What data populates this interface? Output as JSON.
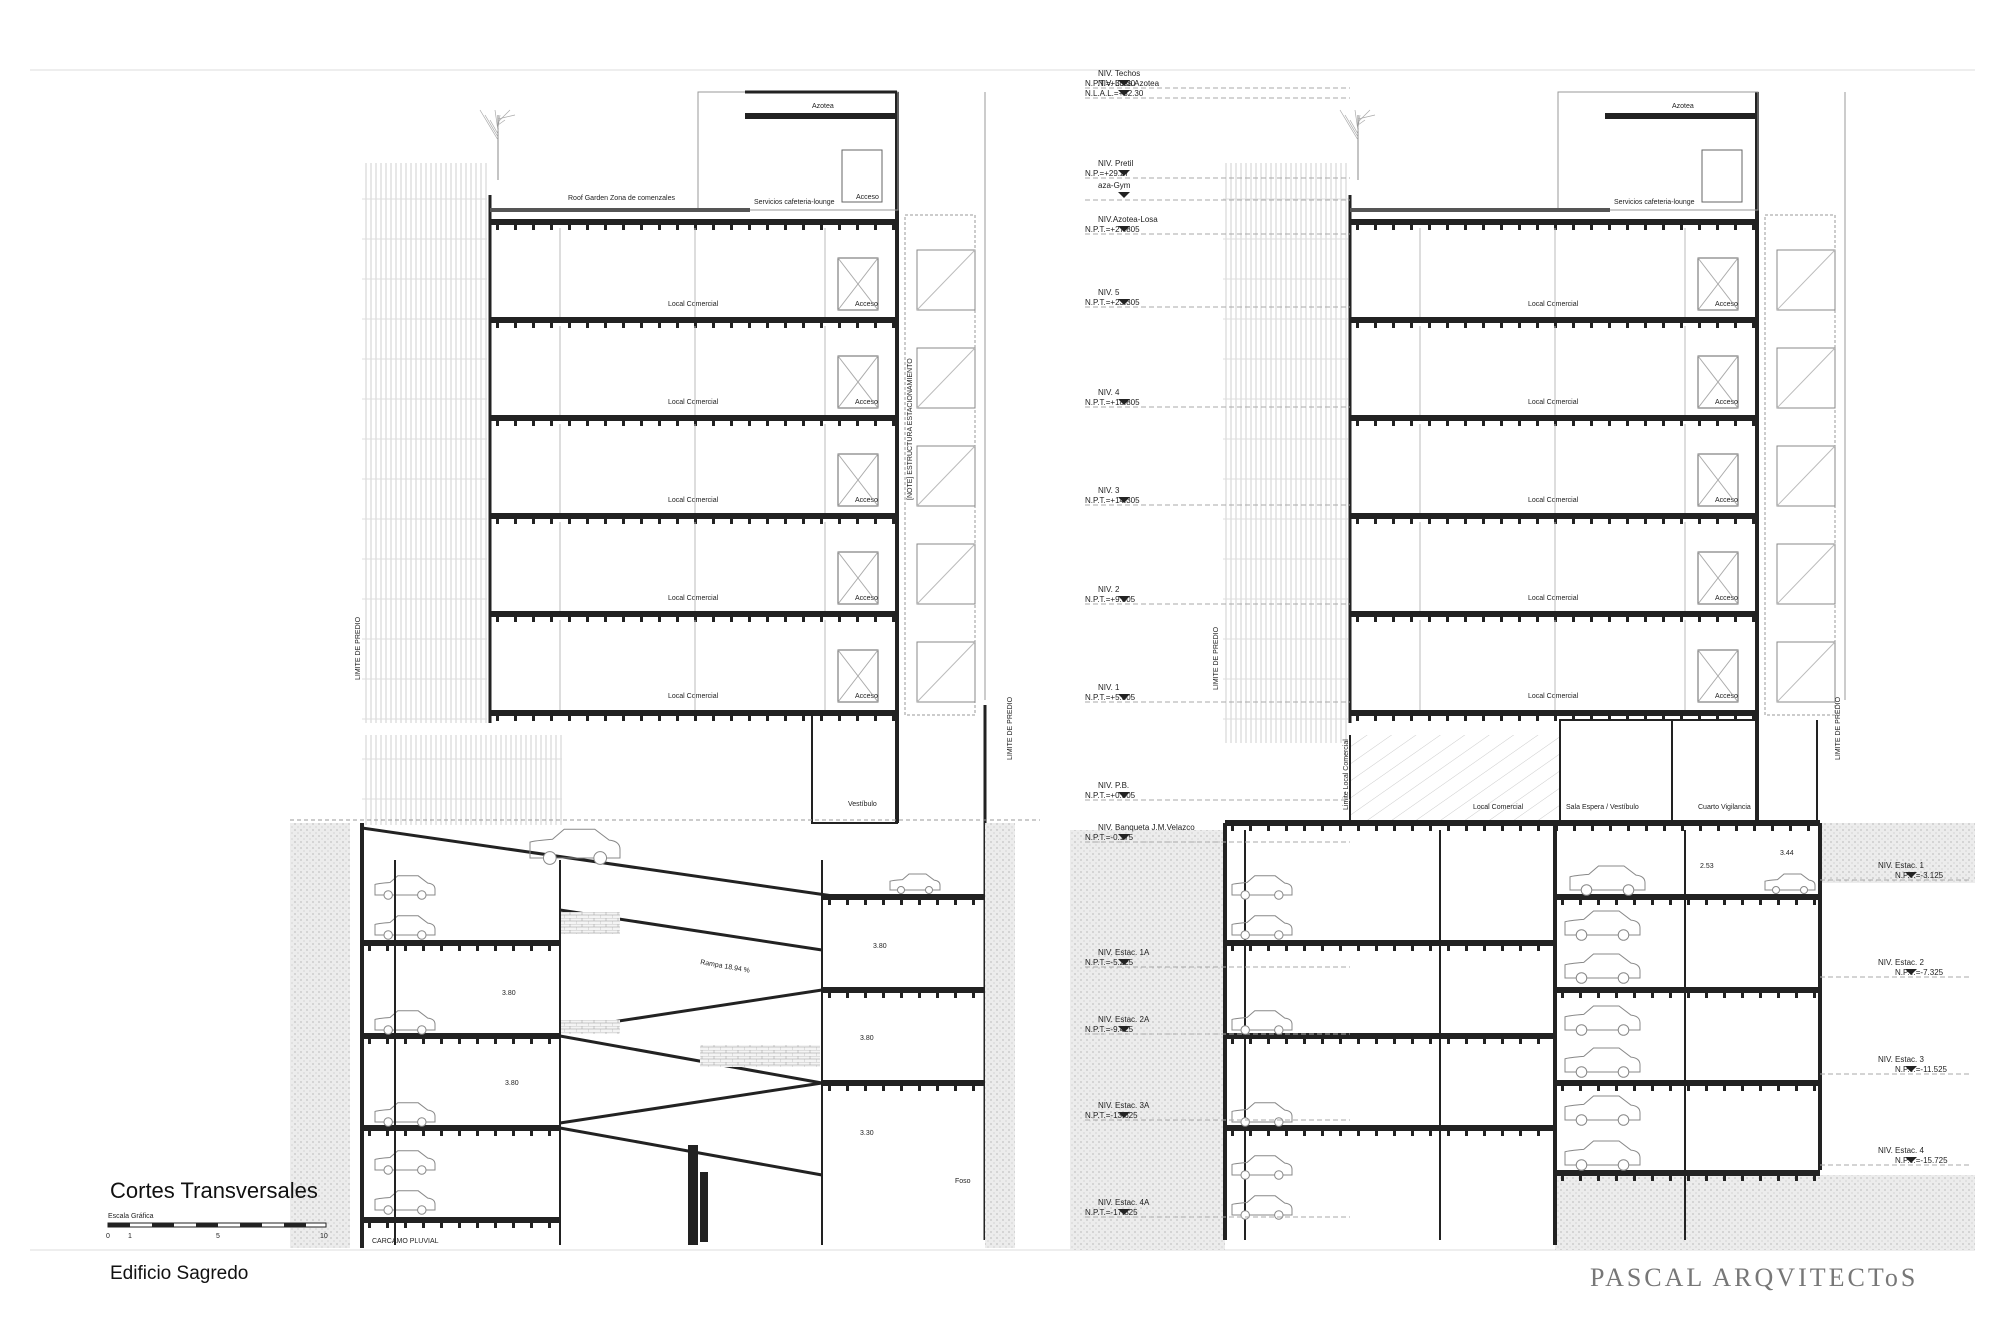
{
  "sheet": {
    "title": "Cortes Transversales",
    "project": "Edificio Sagredo",
    "firm": "PASCAL ARQVITECToS",
    "scale": {
      "label": "Escala Gráfica",
      "ticks": [
        "0",
        "1",
        "5",
        "10"
      ]
    }
  },
  "section_a": {
    "rooftop": {
      "azotea": "Azotea",
      "roof_garden": "Roof Garden Zona de comenzales",
      "services": "Servicios cafeteria-lounge",
      "acceso": "Acceso"
    },
    "floor_label": "Local Comercial",
    "access_label": "Acceso",
    "vestibule": "Vestíbulo",
    "property_limit": "LIMITE DE PREDIO",
    "parking_mech": "[NOTE] ESTRUCTURA ESTACIONAMIENTO",
    "ramp": "Rampa 18.94 %",
    "dims": [
      "3.80",
      "3.80",
      "3.80",
      "3.80",
      "3.30"
    ],
    "carcamo": "CARCAMO PLUVIAL",
    "foso": "Foso"
  },
  "section_b": {
    "rooftop": {
      "azotea": "Azotea",
      "services": "Servicios cafeteria-lounge"
    },
    "floor_label": "Local Comercial",
    "access_label": "Acceso",
    "ground": {
      "limite_local": "Limite Local Comercial",
      "local": "Local Comercial",
      "sala": "Sala Espera / Vestíbulo",
      "cuarto": "Cuarto Vigilancia"
    },
    "property_limit": "LIMITE DE PREDIO",
    "dims": [
      "2.53",
      "3.44"
    ],
    "levels_left": [
      {
        "name": "NIV. Techos",
        "value": "N.P.T.=+33.30"
      },
      {
        "name": "NIV. Losa Azotea",
        "value": "N.L.A.L.=+32.30"
      },
      {
        "name": "NIV. Pretil",
        "value": "N.P.=+29.27"
      },
      {
        "name": "aza-Gym",
        "value": ""
      },
      {
        "name": "NIV.Azotea-Losa",
        "value": "N.P.T.=+27.805"
      },
      {
        "name": "NIV. 5",
        "value": "N.P.T.=+23.305"
      },
      {
        "name": "NIV. 4",
        "value": "N.P.T.=+18.805"
      },
      {
        "name": "NIV. 3",
        "value": "N.P.T.=+14.305"
      },
      {
        "name": "NIV. 2",
        "value": "N.P.T.=+9.805"
      },
      {
        "name": "NIV. 1",
        "value": "N.P.T.=+5.305"
      },
      {
        "name": "NIV. P.B.",
        "value": "N.P.T.=+0.305"
      },
      {
        "name": "NIV. Banqueta J.M.Velazco",
        "value": "N.P.T.=-0.175"
      },
      {
        "name": "NIV. Estac. 1A",
        "value": "N.P.T.=-5.225"
      },
      {
        "name": "NIV. Estac. 2A",
        "value": "N.P.T.=-9.425"
      },
      {
        "name": "NIV. Estac. 3A",
        "value": "N.P.T.=-13.625"
      },
      {
        "name": "NIV. Estac. 4A",
        "value": "N.P.T.=-17.825"
      }
    ],
    "levels_right": [
      {
        "name": "NIV. Estac. 1",
        "value": "N.P.T.=-3.125"
      },
      {
        "name": "NIV. Estac. 2",
        "value": "N.P.T.=-7.325"
      },
      {
        "name": "NIV. Estac. 3",
        "value": "N.P.T.=-11.525"
      },
      {
        "name": "NIV. Estac. 4",
        "value": "N.P.T.=-15.725"
      }
    ]
  },
  "colors": {
    "line": "#222222",
    "hatch": "#bbbbbb",
    "earth": "#e9e9e9"
  }
}
